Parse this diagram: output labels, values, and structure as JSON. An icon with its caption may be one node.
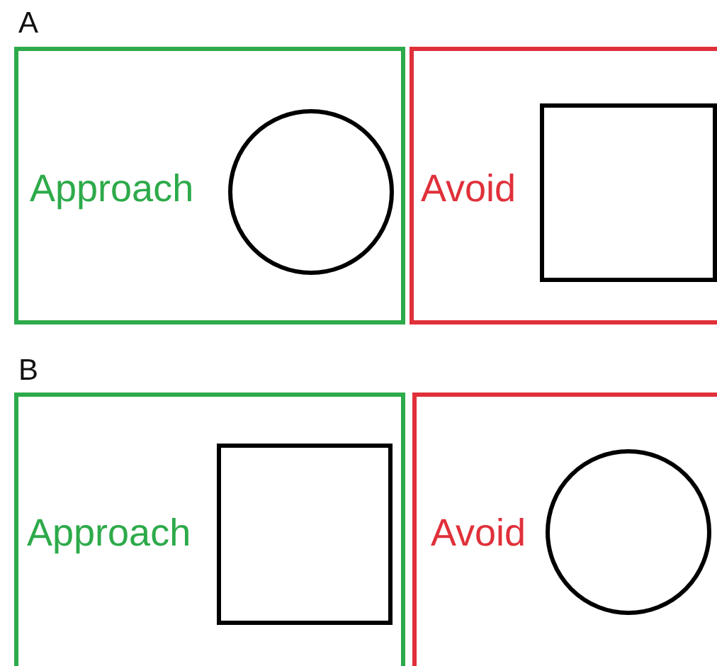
{
  "diagram": {
    "nodes": [
      {
        "text": [
          "Approach"
        ]
      },
      {
        "text": [],
        "shape": "circle",
        "in": 0
      },
      {
        "text": [
          "Avoid"
        ]
      },
      {
        "text": [],
        "shape": "box",
        "in": 2
      },
      {
        "text": [
          "Approach"
        ]
      },
      {
        "text": [],
        "shape": "box",
        "in": 4
      },
      {
        "text": [
          "Avoid"
        ]
      },
      {
        "text": [],
        "shape": "circle",
        "in": 6
      }
    ],
    "labels": [
      "A",
      "B"
    ]
  }
}
